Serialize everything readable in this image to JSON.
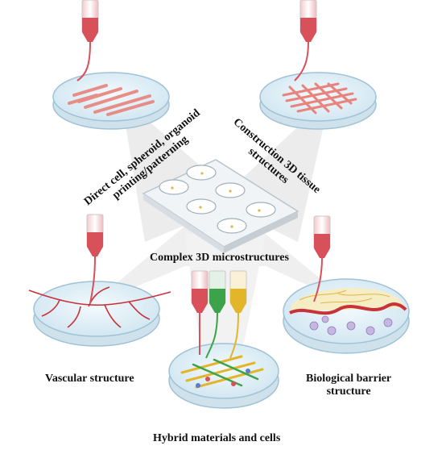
{
  "labels": {
    "direct_line1": "Direct cell, spheroid, organoid",
    "direct_line2": "printing/patterning",
    "construction_line1": "Construction 3D tissue",
    "construction_line2": "structures",
    "complex": "Complex 3D microstructures",
    "vascular": "Vascular structure",
    "barrier_line1": "Biological barrier",
    "barrier_line2": "structure",
    "hybrid": "Hybrid materials and cells"
  },
  "icons": [
    "syringe-icon",
    "petri-dish-icon",
    "well-plate-icon",
    "cell-icon"
  ],
  "colors": {
    "syringe_red": "#d8505a",
    "syringe_green": "#3da34a",
    "syringe_yellow": "#e3b52a",
    "dish_fill": "#dfeff7",
    "dish_rim": "#9fc2d6",
    "beam": "#e8e8e8",
    "fiber_pink": "#e8837d",
    "vessel_red": "#c8323a"
  }
}
